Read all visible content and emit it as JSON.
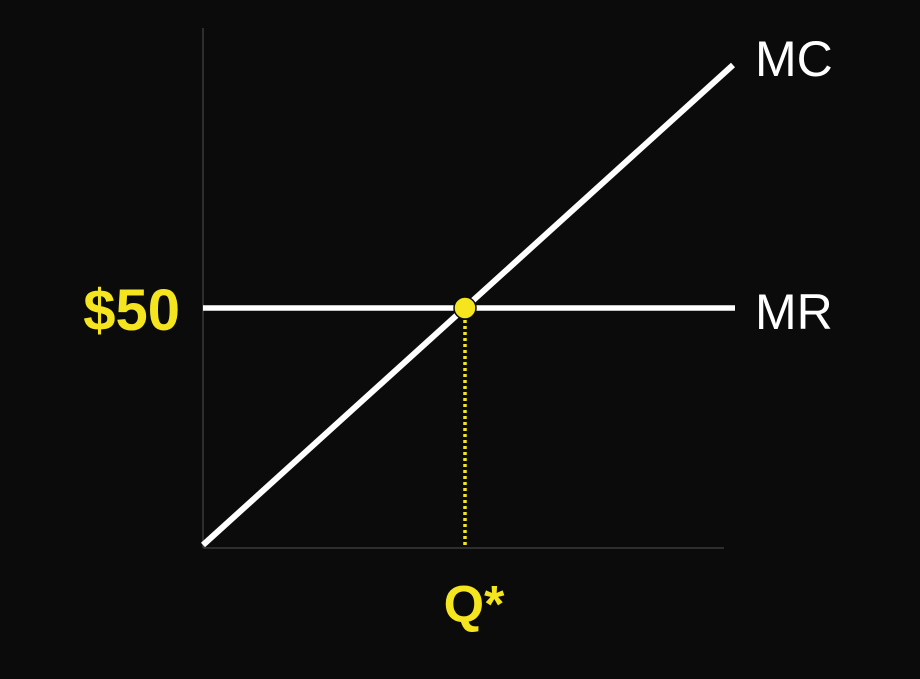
{
  "colors": {
    "background": "#0b0b0b",
    "curve": "#ffffff",
    "axis": "#3a3a3a",
    "highlight": "#f5e51f"
  },
  "chart_data": {
    "type": "line",
    "series": [
      {
        "name": "MC",
        "shape": "upward-sloping line"
      },
      {
        "name": "MR",
        "shape": "horizontal line"
      }
    ],
    "equilibrium": {
      "price_label": "$50",
      "quantity_label": "Q*"
    },
    "grid": false
  }
}
